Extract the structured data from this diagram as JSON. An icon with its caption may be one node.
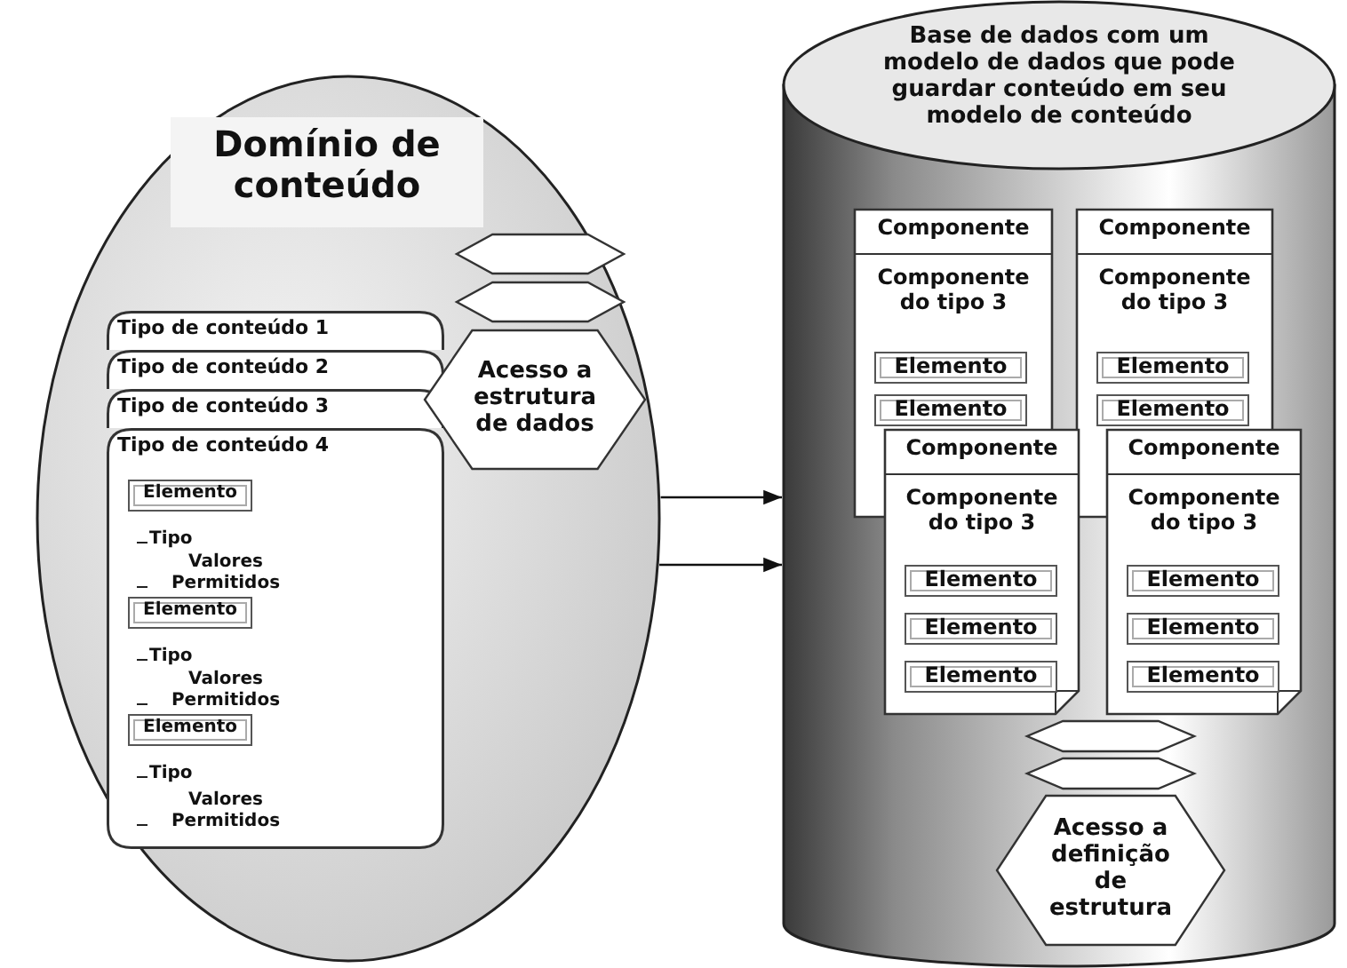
{
  "diagram": {
    "nodes": [
      {
        "text": [
          "Domínio de conteúdo"
        ]
      },
      {
        "text": [
          "Tipo de conteúdo 1"
        ],
        "in": 0
      },
      {
        "text": [
          "Tipo de conteúdo 2"
        ],
        "in": 0
      },
      {
        "text": [
          "Tipo de conteúdo 3"
        ],
        "in": 0
      },
      {
        "text": [
          "Tipo de conteúdo 4"
        ],
        "in": 0
      },
      {
        "text": [
          "Elemento"
        ],
        "in": 4
      },
      {
        "text": [
          "Elemento"
        ],
        "in": 4
      },
      {
        "text": [
          "Elemento"
        ],
        "in": 4
      },
      {
        "text": [],
        "shape": "hexagon",
        "in": 0
      },
      {
        "text": [],
        "shape": "hexagon",
        "in": 0
      },
      {
        "text": [
          "Acesso a estrutura de dados"
        ],
        "in": 0
      },
      {
        "text": [
          "Base de dados com um modelo de dados que pode guardar conteúdo em seu modelo de conteúdo"
        ]
      },
      {
        "text": [
          "Componente",
          "Componente do tipo 3"
        ],
        "in": 11
      },
      {
        "text": [
          "Elemento"
        ],
        "in": 12
      },
      {
        "text": [
          "Elemento"
        ],
        "in": 12
      },
      {
        "text": [
          "Componente",
          "Componente do tipo 3"
        ],
        "in": 11
      },
      {
        "text": [
          "Elemento"
        ],
        "in": 15
      },
      {
        "text": [
          "Elemento"
        ],
        "in": 15
      },
      {
        "text": [
          "Componente",
          "Componente do tipo 3"
        ],
        "in": 11
      },
      {
        "text": [
          "Elemento"
        ],
        "in": 18
      },
      {
        "text": [
          "Elemento"
        ],
        "in": 18
      },
      {
        "text": [
          "Elemento"
        ],
        "in": 18
      },
      {
        "text": [
          "Componente",
          "Componente do tipo 3"
        ],
        "in": 11
      },
      {
        "text": [
          "Elemento"
        ],
        "in": 22
      },
      {
        "text": [
          "Elemento"
        ],
        "in": 22
      },
      {
        "text": [
          "Elemento"
        ],
        "in": 22
      },
      {
        "text": [],
        "shape": "hexagon",
        "in": 11
      },
      {
        "text": [],
        "shape": "hexagon",
        "in": 11
      },
      {
        "text": [
          "Acesso a definição de estrutura"
        ],
        "in": 11
      }
    ],
    "edges": [
      {
        "from": 0,
        "to": 11,
        "arrow": "to"
      },
      {
        "from": 0,
        "to": 11,
        "arrow": "to"
      }
    ],
    "labels": [
      "Tipo",
      "Valores Permitidos",
      "Tipo",
      "Valores Permitidos",
      "Tipo",
      "Valores Permitidos"
    ]
  }
}
